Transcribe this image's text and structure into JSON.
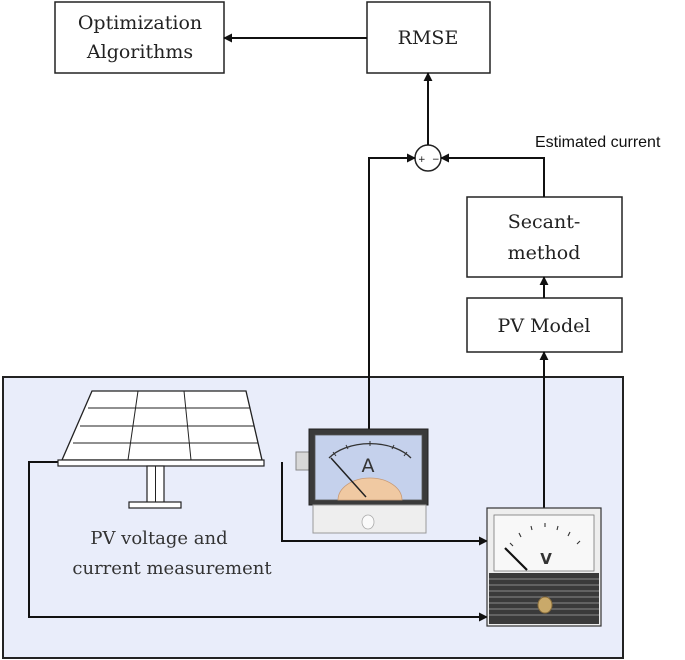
{
  "blocks": {
    "optimization": [
      "Optimization",
      "Algorithms"
    ],
    "rmse": "RMSE",
    "secant": [
      "Secant-",
      "method"
    ],
    "pv_model": "PV Model"
  },
  "labels": {
    "estimated_current": "Estimated current",
    "measurement_caption": [
      "PV voltage and",
      "current measurement"
    ]
  },
  "summing_junction": {
    "signs": [
      "+",
      "−"
    ]
  },
  "meters": {
    "ammeter_letter": "A",
    "voltmeter_letter": "V"
  },
  "colors": {
    "panel_bg": "#e9edfa",
    "ammeter_face": "#c5d1ec",
    "ammeter_arc": "#f0c9a2",
    "line": "#111111"
  }
}
